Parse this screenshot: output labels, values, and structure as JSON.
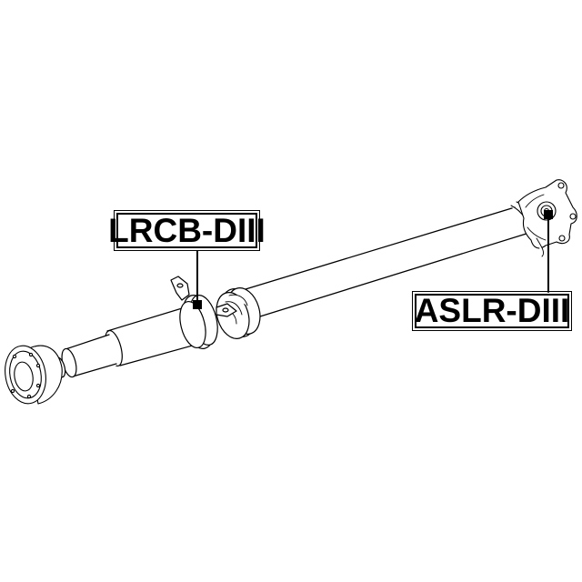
{
  "diagram": {
    "subject": "drive shaft (propeller shaft) assembly",
    "line_color": "#000000",
    "background": "#ffffff",
    "callouts": [
      {
        "id": "lrcb",
        "label": "LRCB-DIII",
        "points_to": "center support bearing bracket"
      },
      {
        "id": "aslr",
        "label": "ASLR-DIII",
        "points_to": "rear flange universal joint"
      }
    ]
  }
}
